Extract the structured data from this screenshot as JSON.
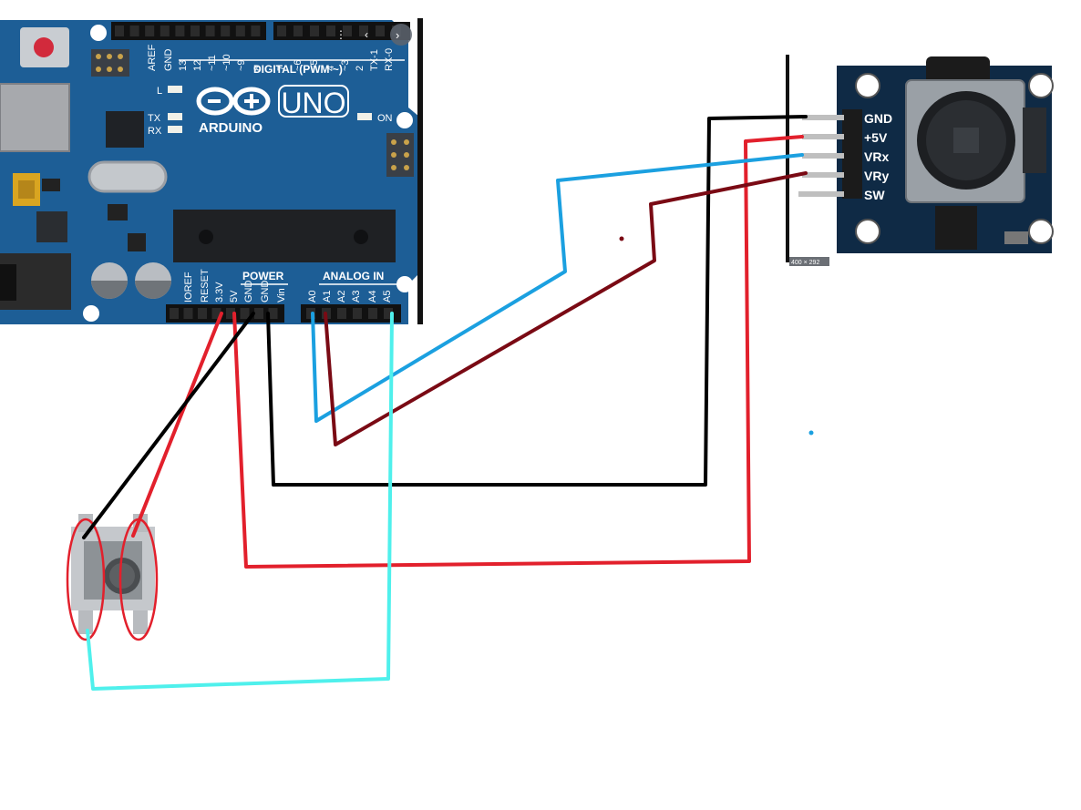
{
  "arduino": {
    "brand": "ARDUINO",
    "model": "UNO",
    "digital_label": "DIGITAL (PWM ~)",
    "power_label": "POWER",
    "analog_label": "ANALOG IN",
    "on_label": "ON",
    "led_l": "L",
    "led_tx": "TX",
    "led_rx": "RX",
    "digital_pins": [
      "AREF",
      "GND",
      "13",
      "12",
      "~11",
      "~10",
      "~9",
      "8",
      "7",
      "~6",
      "~5",
      "4",
      "~3",
      "2",
      "TX-1",
      "RX-0"
    ],
    "power_pins": [
      "IOREF",
      "RESET",
      "3.3V",
      "5V",
      "GND",
      "GND",
      "Vin"
    ],
    "analog_pins": [
      "A0",
      "A1",
      "A2",
      "A3",
      "A4",
      "A5"
    ]
  },
  "joystick": {
    "pins": [
      "GND",
      "+5V",
      "VRx",
      "VRy",
      "SW"
    ],
    "image_size": "400 × 292"
  },
  "colors": {
    "board": "#1d5e96",
    "wire_red": "#e2202c",
    "wire_black": "#000000",
    "wire_blue": "#1ba0e0",
    "wire_darkred": "#7a0a14",
    "wire_cyan": "#4ff0ec"
  }
}
